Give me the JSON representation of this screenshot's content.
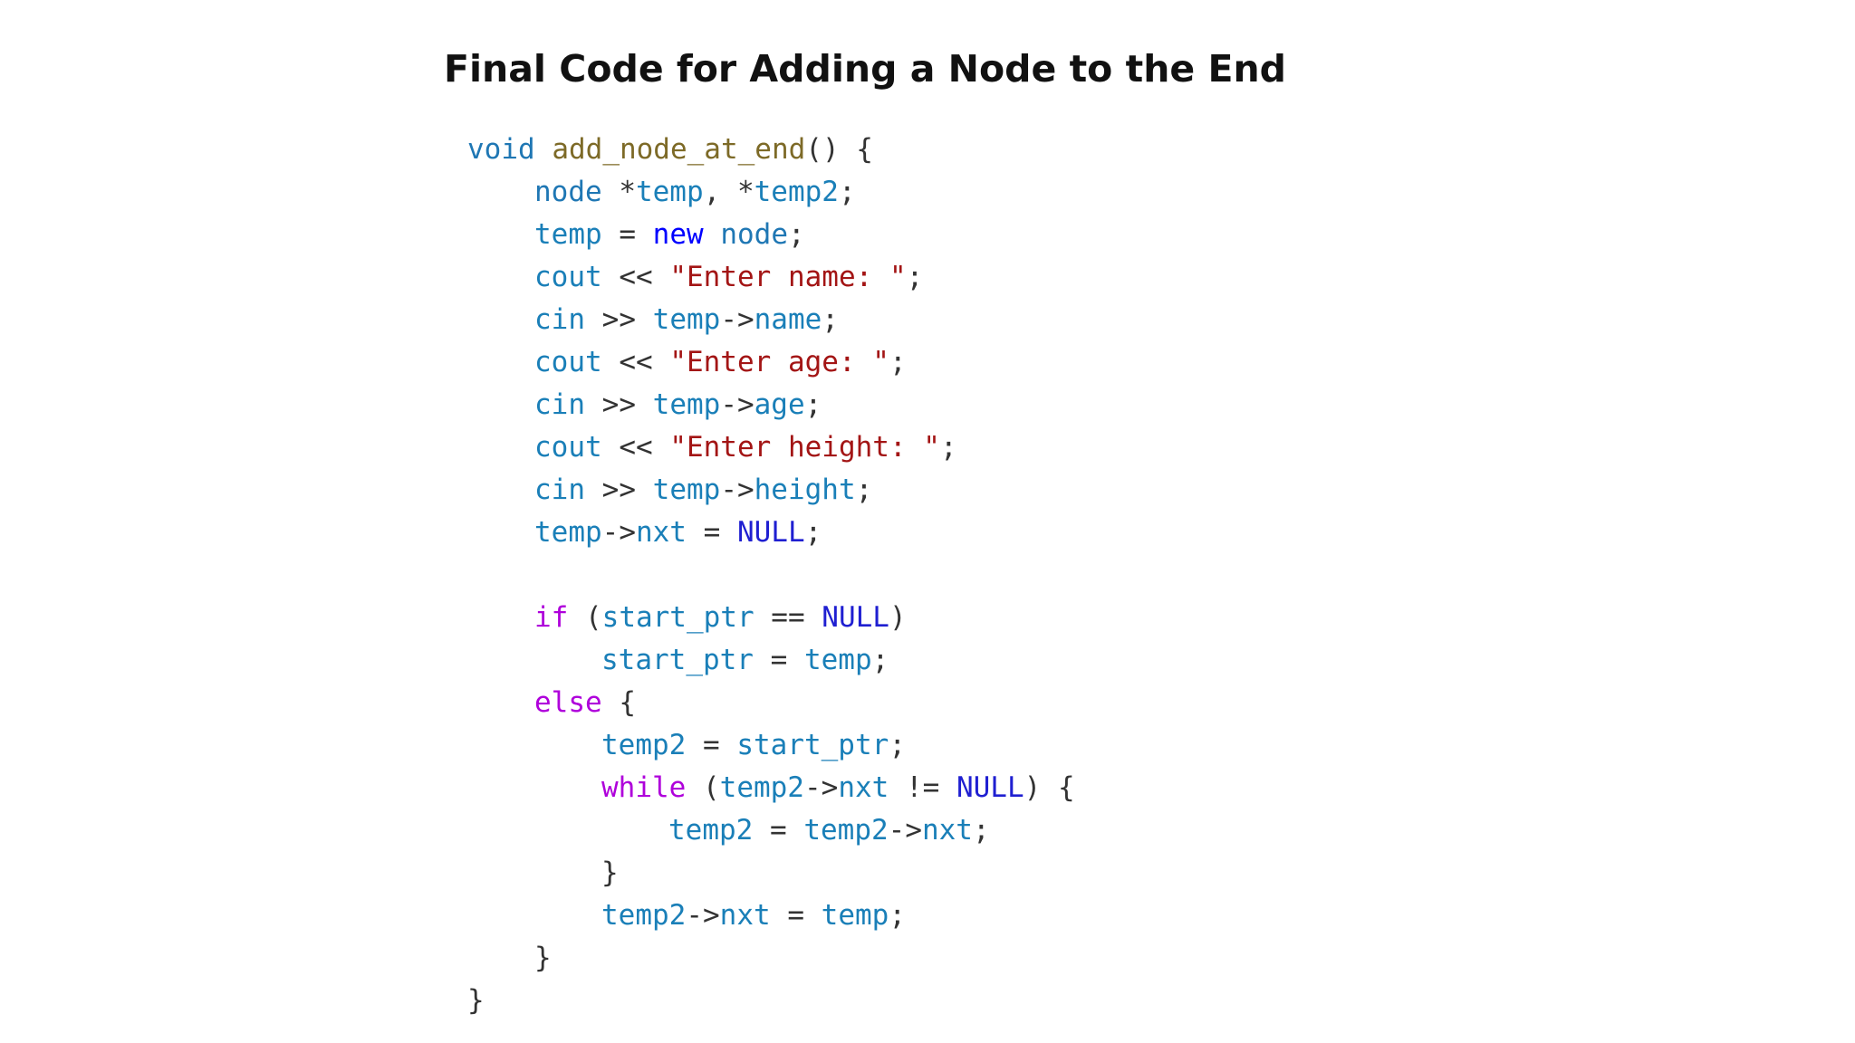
{
  "title": "Final Code for Adding a Node to the End",
  "colors": {
    "type": "#1f77b4",
    "function": "#7d6a27",
    "variable": "#1a7fb8",
    "keyword": "#0000ff",
    "control": "#af00db",
    "string": "#a31515",
    "null": "#1f1fd1",
    "plain": "#333333"
  },
  "code_lines": [
    {
      "indent": 0,
      "tokens": [
        {
          "text": "void",
          "kind": "type"
        },
        {
          "text": " ",
          "kind": "plain"
        },
        {
          "text": "add_node_at_end",
          "kind": "func"
        },
        {
          "text": "() {",
          "kind": "plain"
        }
      ]
    },
    {
      "indent": 1,
      "tokens": [
        {
          "text": "node",
          "kind": "type"
        },
        {
          "text": " *",
          "kind": "plain"
        },
        {
          "text": "temp",
          "kind": "var"
        },
        {
          "text": ", *",
          "kind": "plain"
        },
        {
          "text": "temp2",
          "kind": "var"
        },
        {
          "text": ";",
          "kind": "plain"
        }
      ]
    },
    {
      "indent": 1,
      "tokens": [
        {
          "text": "temp",
          "kind": "var"
        },
        {
          "text": " = ",
          "kind": "plain"
        },
        {
          "text": "new",
          "kind": "kw"
        },
        {
          "text": " ",
          "kind": "plain"
        },
        {
          "text": "node",
          "kind": "type"
        },
        {
          "text": ";",
          "kind": "plain"
        }
      ]
    },
    {
      "indent": 1,
      "tokens": [
        {
          "text": "cout",
          "kind": "var"
        },
        {
          "text": " << ",
          "kind": "plain"
        },
        {
          "text": "\"Enter name: \"",
          "kind": "str"
        },
        {
          "text": ";",
          "kind": "plain"
        }
      ]
    },
    {
      "indent": 1,
      "tokens": [
        {
          "text": "cin",
          "kind": "var"
        },
        {
          "text": " >> ",
          "kind": "plain"
        },
        {
          "text": "temp",
          "kind": "var"
        },
        {
          "text": "->",
          "kind": "plain"
        },
        {
          "text": "name",
          "kind": "var"
        },
        {
          "text": ";",
          "kind": "plain"
        }
      ]
    },
    {
      "indent": 1,
      "tokens": [
        {
          "text": "cout",
          "kind": "var"
        },
        {
          "text": " << ",
          "kind": "plain"
        },
        {
          "text": "\"Enter age: \"",
          "kind": "str"
        },
        {
          "text": ";",
          "kind": "plain"
        }
      ]
    },
    {
      "indent": 1,
      "tokens": [
        {
          "text": "cin",
          "kind": "var"
        },
        {
          "text": " >> ",
          "kind": "plain"
        },
        {
          "text": "temp",
          "kind": "var"
        },
        {
          "text": "->",
          "kind": "plain"
        },
        {
          "text": "age",
          "kind": "var"
        },
        {
          "text": ";",
          "kind": "plain"
        }
      ]
    },
    {
      "indent": 1,
      "tokens": [
        {
          "text": "cout",
          "kind": "var"
        },
        {
          "text": " << ",
          "kind": "plain"
        },
        {
          "text": "\"Enter height: \"",
          "kind": "str"
        },
        {
          "text": ";",
          "kind": "plain"
        }
      ]
    },
    {
      "indent": 1,
      "tokens": [
        {
          "text": "cin",
          "kind": "var"
        },
        {
          "text": " >> ",
          "kind": "plain"
        },
        {
          "text": "temp",
          "kind": "var"
        },
        {
          "text": "->",
          "kind": "plain"
        },
        {
          "text": "height",
          "kind": "var"
        },
        {
          "text": ";",
          "kind": "plain"
        }
      ]
    },
    {
      "indent": 1,
      "tokens": [
        {
          "text": "temp",
          "kind": "var"
        },
        {
          "text": "->",
          "kind": "plain"
        },
        {
          "text": "nxt",
          "kind": "var"
        },
        {
          "text": " = ",
          "kind": "plain"
        },
        {
          "text": "NULL",
          "kind": "null"
        },
        {
          "text": ";",
          "kind": "plain"
        }
      ]
    },
    {
      "indent": 0,
      "tokens": []
    },
    {
      "indent": 1,
      "tokens": [
        {
          "text": "if",
          "kind": "ctl"
        },
        {
          "text": " (",
          "kind": "plain"
        },
        {
          "text": "start_ptr",
          "kind": "var"
        },
        {
          "text": " == ",
          "kind": "plain"
        },
        {
          "text": "NULL",
          "kind": "null"
        },
        {
          "text": ")",
          "kind": "plain"
        }
      ]
    },
    {
      "indent": 2,
      "tokens": [
        {
          "text": "start_ptr",
          "kind": "var"
        },
        {
          "text": " = ",
          "kind": "plain"
        },
        {
          "text": "temp",
          "kind": "var"
        },
        {
          "text": ";",
          "kind": "plain"
        }
      ]
    },
    {
      "indent": 1,
      "tokens": [
        {
          "text": "else",
          "kind": "ctl"
        },
        {
          "text": " {",
          "kind": "plain"
        }
      ]
    },
    {
      "indent": 2,
      "tokens": [
        {
          "text": "temp2",
          "kind": "var"
        },
        {
          "text": " = ",
          "kind": "plain"
        },
        {
          "text": "start_ptr",
          "kind": "var"
        },
        {
          "text": ";",
          "kind": "plain"
        }
      ]
    },
    {
      "indent": 2,
      "tokens": [
        {
          "text": "while",
          "kind": "ctl"
        },
        {
          "text": " (",
          "kind": "plain"
        },
        {
          "text": "temp2",
          "kind": "var"
        },
        {
          "text": "->",
          "kind": "plain"
        },
        {
          "text": "nxt",
          "kind": "var"
        },
        {
          "text": " != ",
          "kind": "plain"
        },
        {
          "text": "NULL",
          "kind": "null"
        },
        {
          "text": ") {",
          "kind": "plain"
        }
      ]
    },
    {
      "indent": 3,
      "tokens": [
        {
          "text": "temp2",
          "kind": "var"
        },
        {
          "text": " = ",
          "kind": "plain"
        },
        {
          "text": "temp2",
          "kind": "var"
        },
        {
          "text": "->",
          "kind": "plain"
        },
        {
          "text": "nxt",
          "kind": "var"
        },
        {
          "text": ";",
          "kind": "plain"
        }
      ]
    },
    {
      "indent": 2,
      "tokens": [
        {
          "text": "}",
          "kind": "plain"
        }
      ]
    },
    {
      "indent": 2,
      "tokens": [
        {
          "text": "temp2",
          "kind": "var"
        },
        {
          "text": "->",
          "kind": "plain"
        },
        {
          "text": "nxt",
          "kind": "var"
        },
        {
          "text": " = ",
          "kind": "plain"
        },
        {
          "text": "temp",
          "kind": "var"
        },
        {
          "text": ";",
          "kind": "plain"
        }
      ]
    },
    {
      "indent": 1,
      "tokens": [
        {
          "text": "}",
          "kind": "plain"
        }
      ]
    },
    {
      "indent": 0,
      "tokens": [
        {
          "text": "}",
          "kind": "plain"
        }
      ]
    }
  ]
}
